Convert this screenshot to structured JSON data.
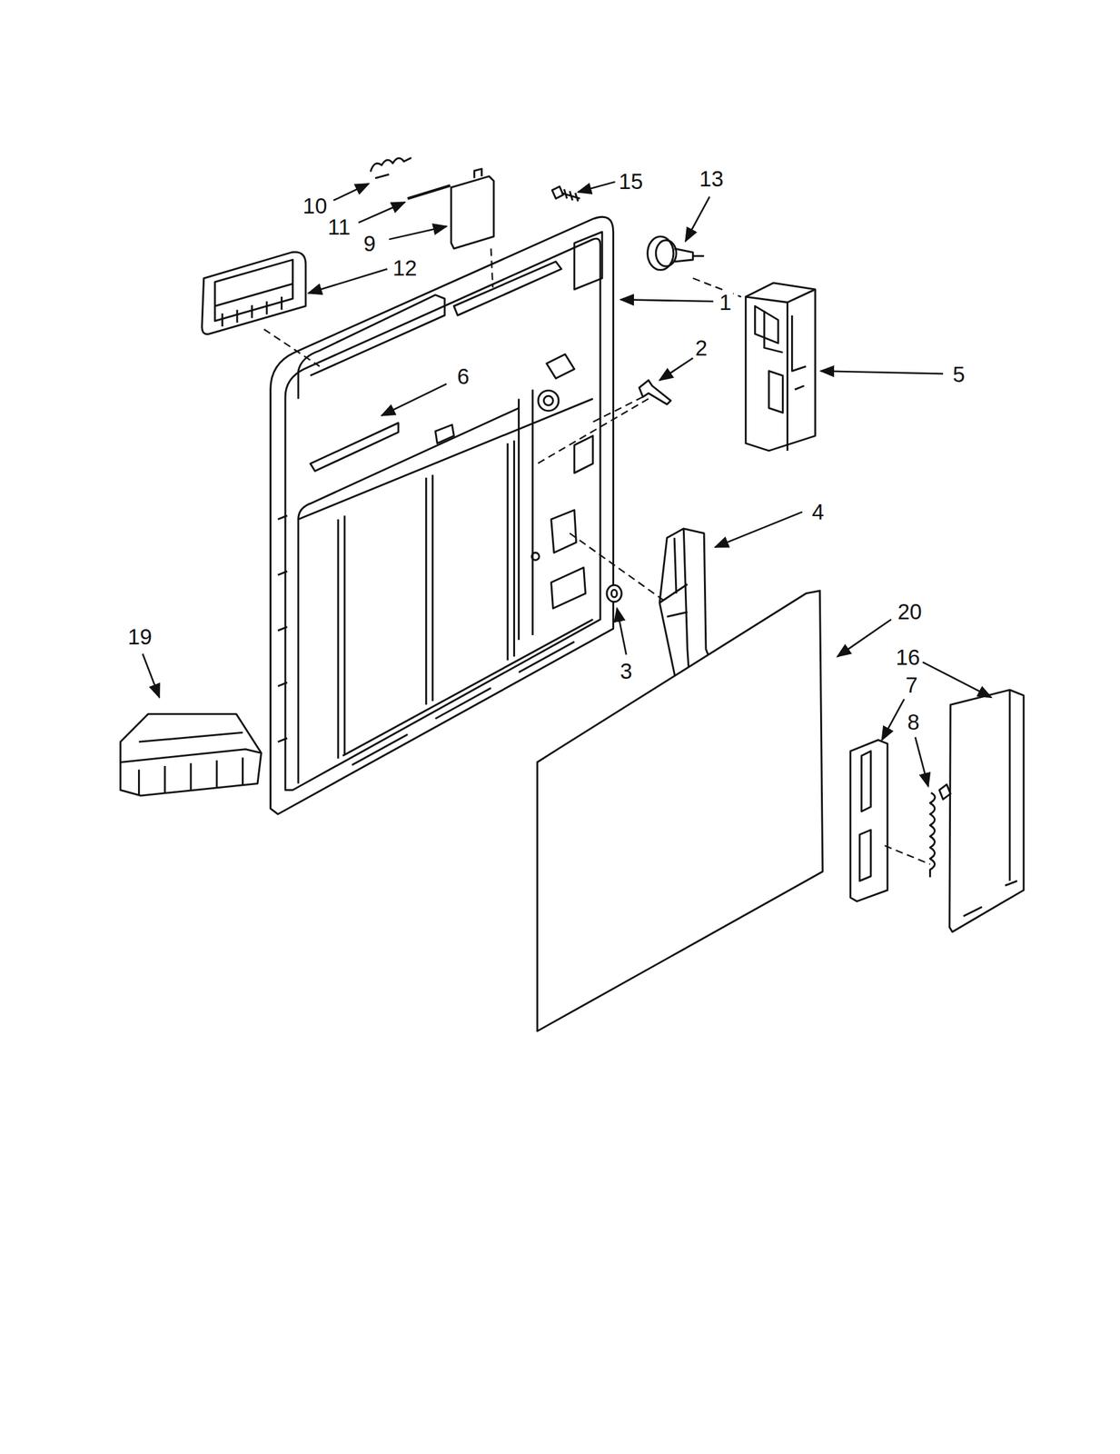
{
  "diagram": {
    "labels": [
      "10",
      "11",
      "9",
      "12",
      "15",
      "13",
      "1",
      "2",
      "5",
      "6",
      "4",
      "3",
      "20",
      "19",
      "16",
      "7",
      "8"
    ]
  }
}
